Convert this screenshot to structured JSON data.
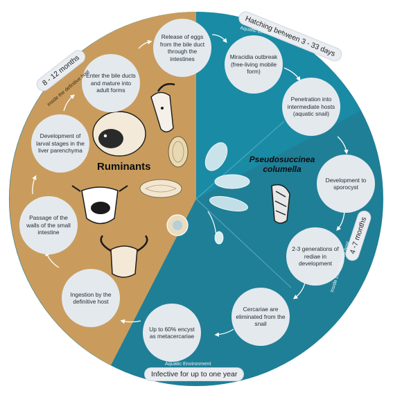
{
  "diagram": {
    "left_title": "Ruminants",
    "right_title_line1": "Pseudosuccinea",
    "right_title_line2": "columella",
    "colors": {
      "ruminant_sector": "#c99c5d",
      "snail_sector_top": "#1a8ba5",
      "snail_sector_bottom": "#1f7f96",
      "step_fill": "#e4e9ee",
      "arrow": "#ffffff"
    },
    "badges": {
      "top_right": "Hatching between 3 - 33 days",
      "right": "4 -7 months",
      "bottom": "Infective for up to one year",
      "top_left": "8 - 12 months"
    },
    "arc_labels": {
      "aquatic_top": "Aquatic Environment",
      "aquatic_bottom": "Aquatic Environment",
      "inside_definitive": "inside the definitive host",
      "inside_definitive_right": "inside the definitive host"
    },
    "steps": [
      {
        "id": "release",
        "text": "Release of eggs from the bile duct through the intestines"
      },
      {
        "id": "miracidia",
        "text": "Miracidia outbreak (free-living mobile form)"
      },
      {
        "id": "penetration",
        "text": "Penetration into intermediate hosts (aquatic snail)"
      },
      {
        "id": "sporocyst",
        "text": "Development to sporocyst"
      },
      {
        "id": "rediae",
        "text": "2-3 generations of rediae in development"
      },
      {
        "id": "cercariae",
        "text": "Cercariae are eliminated from the snail"
      },
      {
        "id": "encyst",
        "text": "Up to 60% encyst as metacercariae"
      },
      {
        "id": "ingestion",
        "text": "Ingestion by the definitive host"
      },
      {
        "id": "passage",
        "text": "Passage of the walls of the small intestine"
      },
      {
        "id": "larval",
        "text": "Development of larval stages in the liver parenchyma"
      },
      {
        "id": "bile",
        "text": "Enter the bile ducts and mature into adult forms"
      }
    ],
    "illustrations": [
      "sheep-icon",
      "goat-icon",
      "cow-icon",
      "buffalo-icon",
      "snail-icon",
      "egg-icon",
      "miracidium-icon",
      "sporocyst-icon",
      "redia-icon",
      "cercaria-icon",
      "metacercaria-icon",
      "adult-fluke-icon"
    ]
  }
}
